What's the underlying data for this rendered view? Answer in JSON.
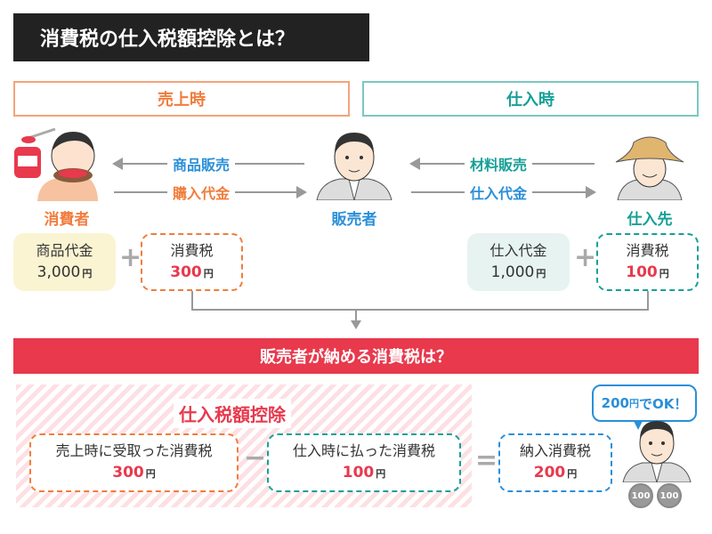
{
  "title": "消費税の仕入税額控除とは？",
  "phases": {
    "sales": "売上時",
    "purchase": "仕入時"
  },
  "parties": {
    "consumer": "消費者",
    "seller": "販売者",
    "supplier": "仕入先"
  },
  "flows": {
    "product_sale": "商品販売",
    "purchase_payment": "購入代金",
    "material_sale": "材料販売",
    "supply_payment": "仕入代金"
  },
  "sales_side": {
    "price_label": "商品代金",
    "price_value": "3,000",
    "tax_label": "消費税",
    "tax_value": "300"
  },
  "purchase_side": {
    "price_label": "仕入代金",
    "price_value": "1,000",
    "tax_label": "消費税",
    "tax_value": "100"
  },
  "yen": "円",
  "question": "販売者が納める消費税は？",
  "deduction": {
    "heading": "仕入税額控除",
    "received_label": "売上時に受取った消費税",
    "received_value": "300",
    "paid_label": "仕入時に払った消費税",
    "paid_value": "100",
    "payable_label": "納入消費税",
    "payable_value": "200"
  },
  "speech": {
    "amount": "200",
    "text": "でOK！"
  },
  "coins": [
    "100",
    "100"
  ],
  "operators": {
    "plus": "+",
    "minus": "−",
    "equals": "="
  },
  "colors": {
    "orange": "#f07d3c",
    "teal": "#17a096",
    "blue": "#2b8fd8",
    "red": "#e8394d"
  }
}
